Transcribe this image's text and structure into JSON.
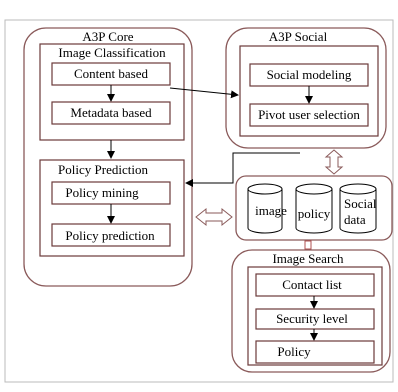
{
  "core": {
    "title": "A3P Core",
    "classification": {
      "title": "Image Classification",
      "content": "Content based",
      "metadata": "Metadata based"
    },
    "prediction": {
      "title": "Policy Prediction",
      "mining": "Policy mining",
      "prediction": "Policy prediction"
    }
  },
  "social": {
    "title": "A3P Social",
    "modeling": "Social modeling",
    "pivot": "Pivot user selection"
  },
  "database": {
    "image": "image",
    "policy": "policy",
    "social_line1": "Social",
    "social_line2": "data"
  },
  "search": {
    "title": "Image Search",
    "contact": "Contact list",
    "security": "Security level",
    "policy": "Policy"
  },
  "colors": {
    "frame": "#8a5a5a",
    "box": "#6b3a3a",
    "arrow": "#000000",
    "connector": "#b05050"
  }
}
